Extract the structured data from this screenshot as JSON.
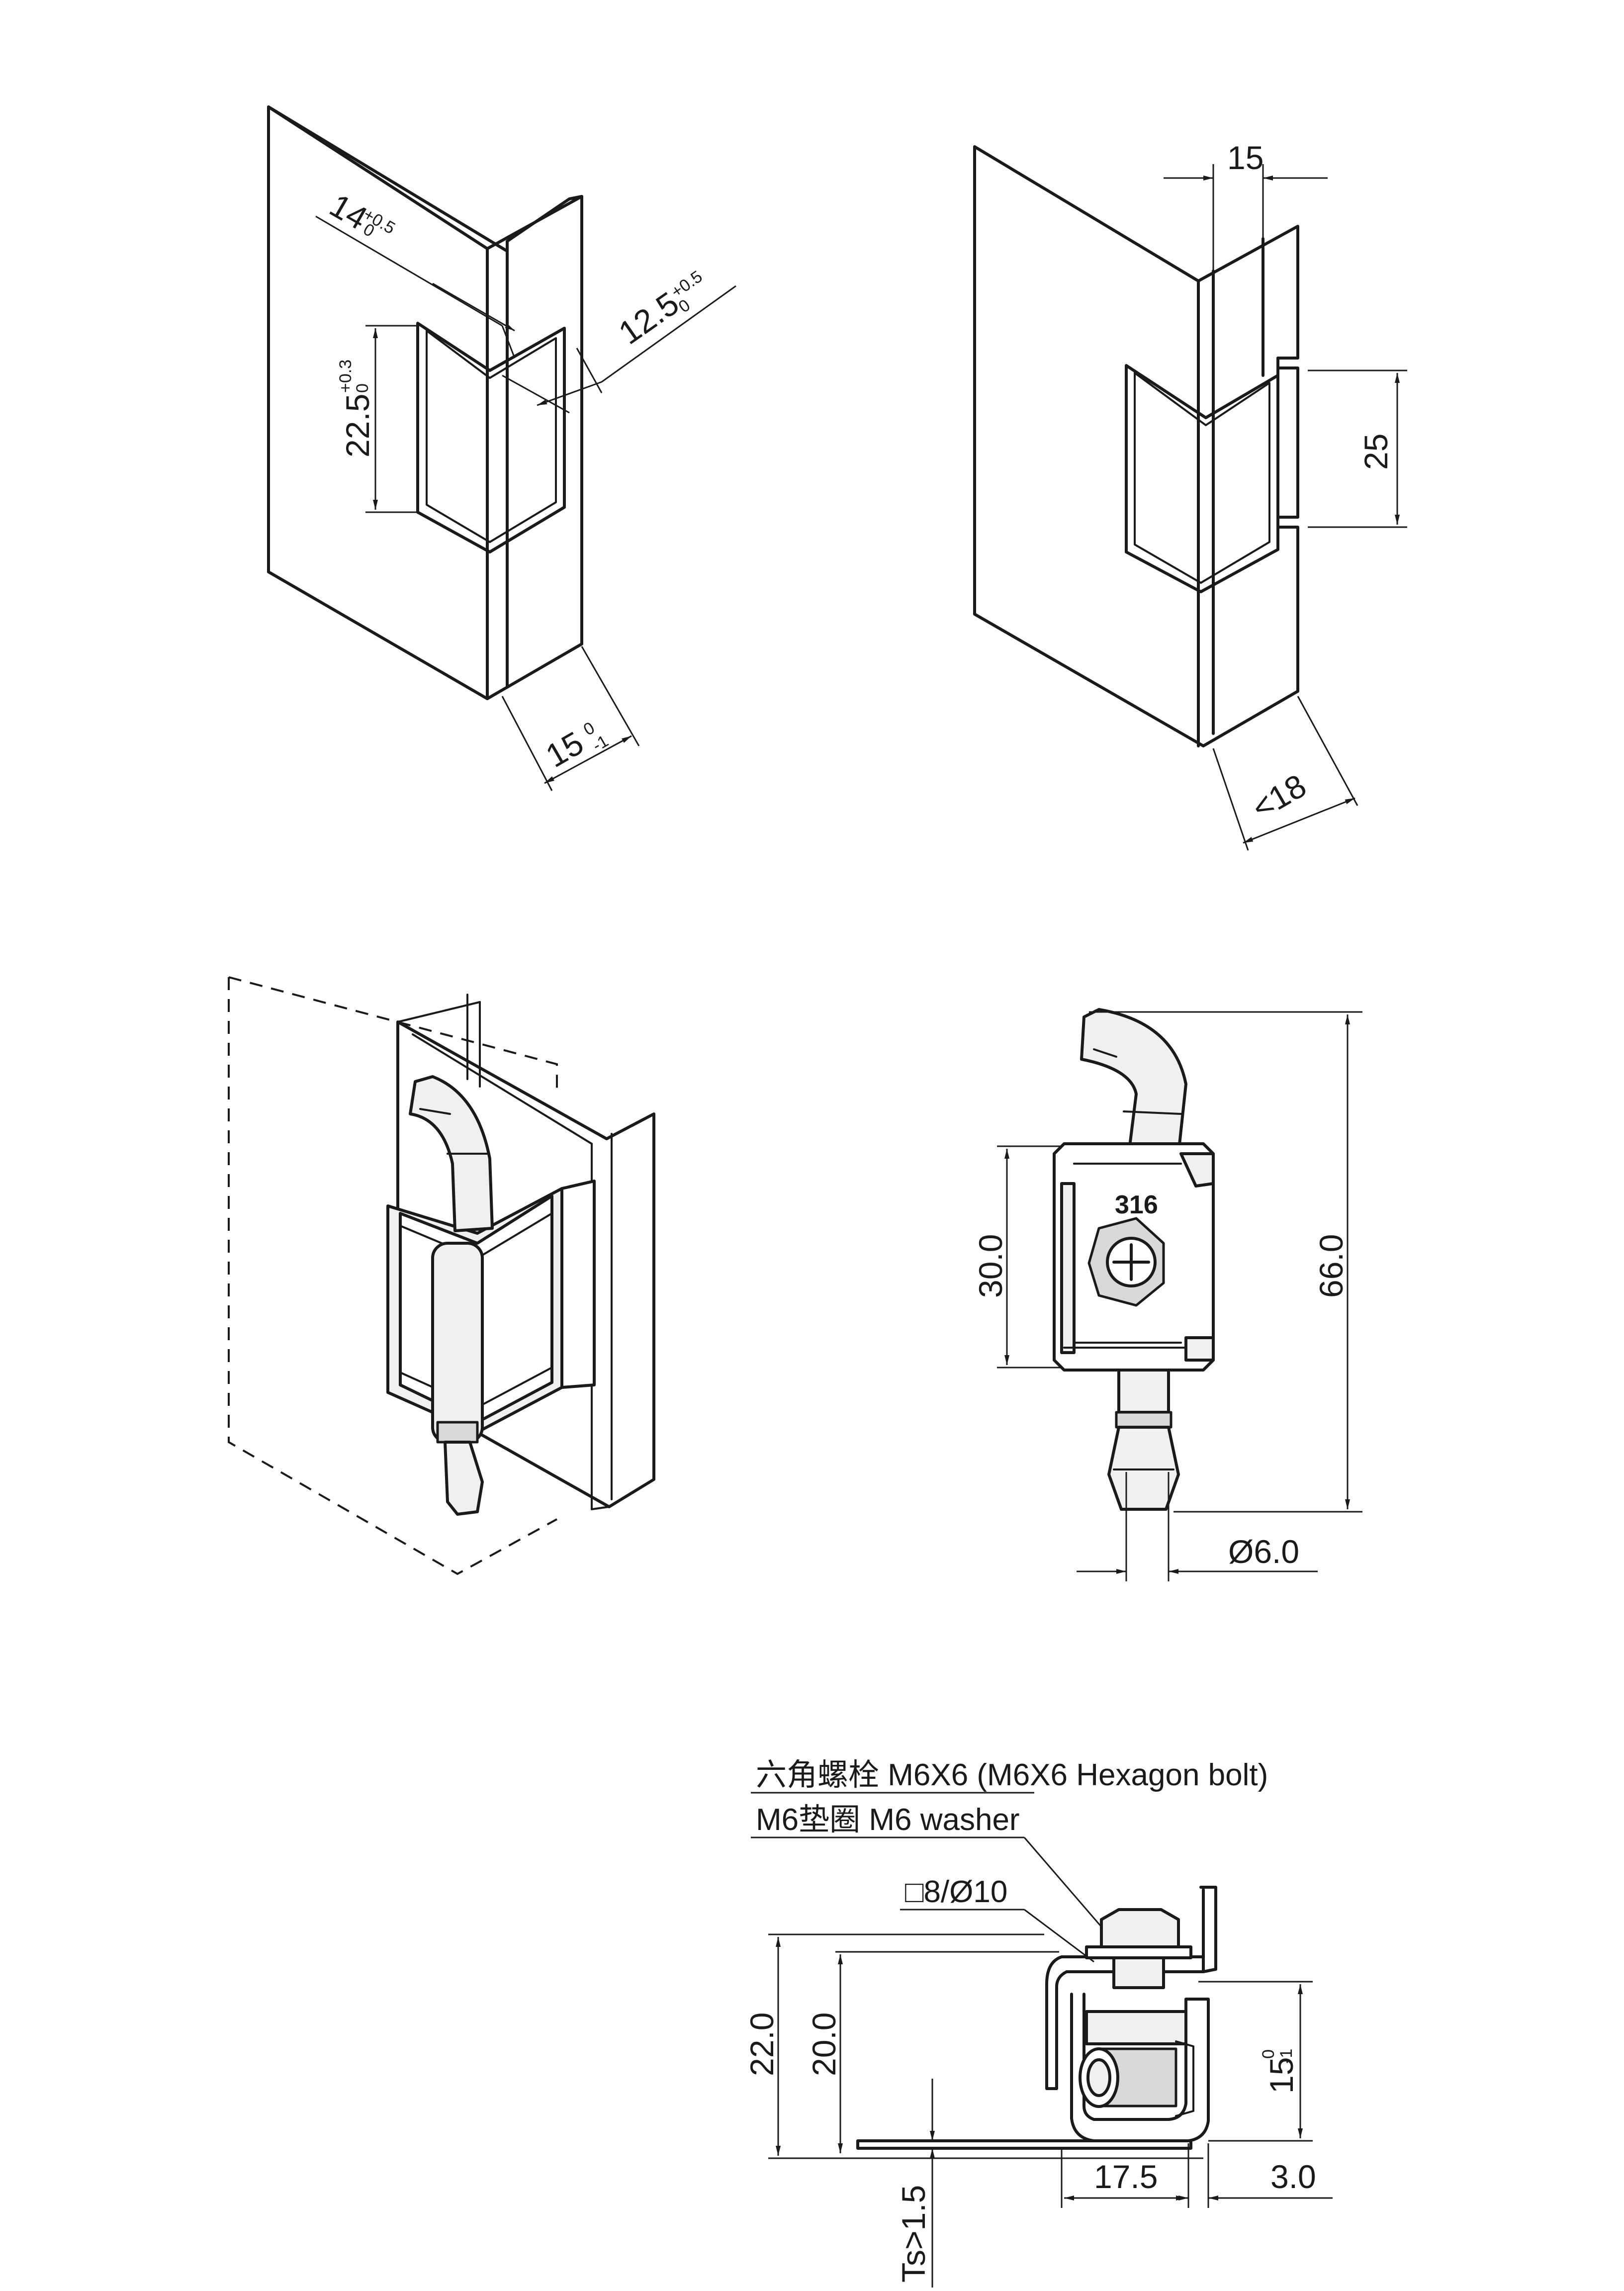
{
  "view1": {
    "dim_14": "14",
    "dim_14_tol_upper": "+0.5",
    "dim_14_tol_lower": "0",
    "dim_12_5": "12.5",
    "dim_12_5_tol_upper": "+0.5",
    "dim_12_5_tol_lower": "0",
    "dim_22_5": "22.5",
    "dim_22_5_tol_upper": "+0.3",
    "dim_22_5_tol_lower": "0",
    "dim_15": "15",
    "dim_15_tol_upper": "0",
    "dim_15_tol_lower": "-1"
  },
  "view2": {
    "dim_15": "15",
    "dim_25": "25",
    "dim_lt18": "<18"
  },
  "view4": {
    "marking": "316",
    "dim_30": "30.0",
    "dim_66": "66.0",
    "dim_dia6": "Ø6.0"
  },
  "view5": {
    "label_bolt": "六角螺栓 M6X6 (M6X6 Hexagon bolt)",
    "label_washer": "M6垫圈  M6 washer",
    "label_hole": "□8/Ø10",
    "dim_22": "22.0",
    "dim_20": "20.0",
    "dim_15": "15",
    "dim_15_tol_upper": "0",
    "dim_15_tol_lower": "-1",
    "dim_17_5": "17.5",
    "dim_3": "3.0",
    "dim_ts": "Ts>1.5"
  }
}
